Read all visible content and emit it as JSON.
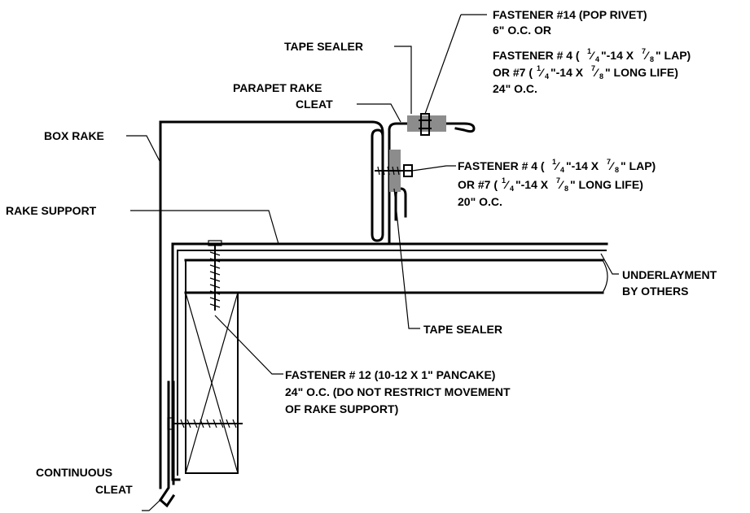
{
  "diagram": {
    "labels": {
      "fastener_14_l1": "FASTENER #14 (POP RIVET)",
      "fastener_14_l2": "6\" O.C. OR",
      "fastener_4_top_pre": "FASTENER # 4 (",
      "fastener_4_top_mid": "\"-14 X ",
      "fastener_4_top_post": "\" LAP)",
      "or7_top_pre": "OR #7 (",
      "or7_top_mid": "\"-14 X ",
      "or7_top_post": "\" LONG LIFE)",
      "oc_24_top": "24\" O.C.",
      "tape_sealer_top": "TAPE SEALER",
      "parapet_rake_l1": "PARAPET RAKE",
      "parapet_rake_l2": "CLEAT",
      "box_rake": "BOX RAKE",
      "fastener_4_mid_pre": "FASTENER # 4 (",
      "fastener_4_mid_mid": "\"-14 X ",
      "fastener_4_mid_post": "\" LAP)",
      "or7_mid_pre": "OR #7 (",
      "or7_mid_mid": "\"-14 X ",
      "or7_mid_post": "\" LONG LIFE)",
      "oc_20": "20\" O.C.",
      "rake_support": "RAKE SUPPORT",
      "underlayment_l1": "UNDERLAYMENT",
      "underlayment_l2": "BY OTHERS",
      "tape_sealer_bottom": "TAPE SEALER",
      "fastener_12_l1": "FASTENER # 12 (10-12 X 1\" PANCAKE)",
      "fastener_12_l2": "24\" O.C. (DO NOT RESTRICT MOVEMENT",
      "fastener_12_l3": "OF RAKE SUPPORT)",
      "continuous_l1": "CONTINUOUS",
      "continuous_l2": "CLEAT"
    },
    "fractions": {
      "one_fourth_num": "1",
      "one_fourth_den": "4",
      "seven_eighths_num": "7",
      "seven_eighths_den": "8"
    }
  }
}
